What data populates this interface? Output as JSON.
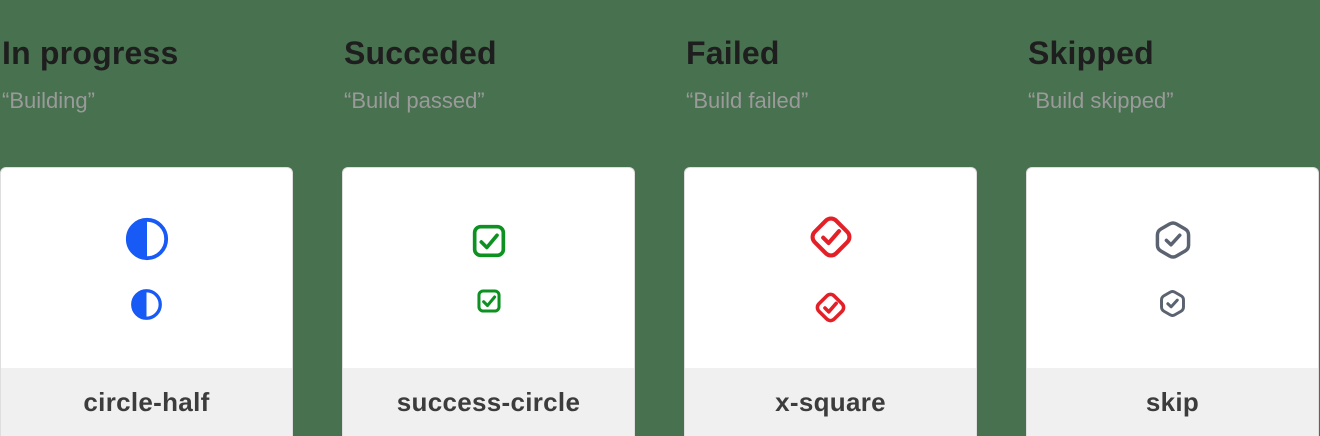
{
  "page": {
    "background_color": "#48714f",
    "card_background": "#ffffff",
    "card_border_color": "#dedede",
    "footer_background": "#f0f0f0",
    "title_color": "#1e1e1e",
    "subtitle_color": "#9a9a9a",
    "label_color": "#3c3c3c"
  },
  "columns": [
    {
      "title": "In progress",
      "subtitle": "“Building”",
      "icon": "circle-half-icon",
      "label": "circle-half",
      "color": "#175af5"
    },
    {
      "title": "Succeded",
      "subtitle": "“Build passed”",
      "icon": "check-square-icon",
      "label": "success-circle",
      "color": "#0d9222"
    },
    {
      "title": "Failed",
      "subtitle": "“Build failed”",
      "icon": "check-diamond-icon",
      "label": "x-square",
      "color": "#e32027"
    },
    {
      "title": "Skipped",
      "subtitle": "“Build skipped”",
      "icon": "check-hexagon-icon",
      "label": "skip",
      "color": "#5b6270"
    }
  ]
}
